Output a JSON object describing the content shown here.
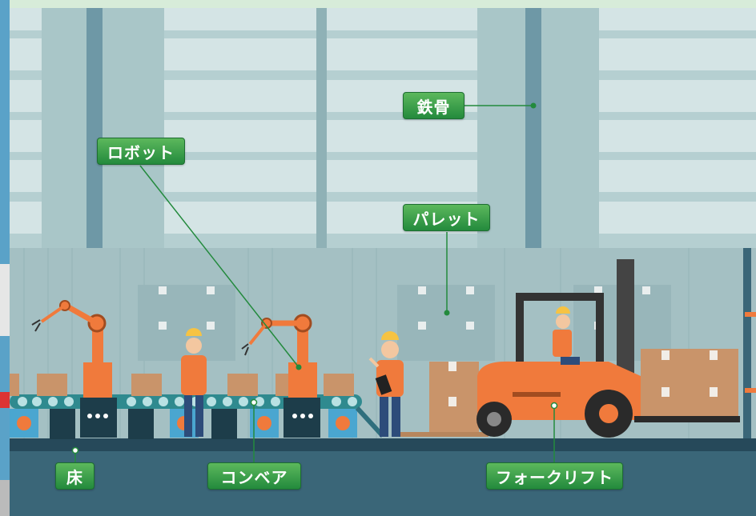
{
  "labels": {
    "steel_frame": "鉄骨",
    "robot": "ロボット",
    "pallet": "パレット",
    "floor": "床",
    "conveyor": "コンベア",
    "forklift": "フォークリフト"
  },
  "colors": {
    "label_green_top": "#5cb85c",
    "label_green_bottom": "#238a3d",
    "leader_line": "#238a3d",
    "floor": "#3a6678",
    "wall": "#9fbcbf",
    "window": "#d4e4e5",
    "robot_orange": "#f07a3c",
    "forklift_orange": "#f07a3c",
    "box_brown": "#c9946a"
  }
}
